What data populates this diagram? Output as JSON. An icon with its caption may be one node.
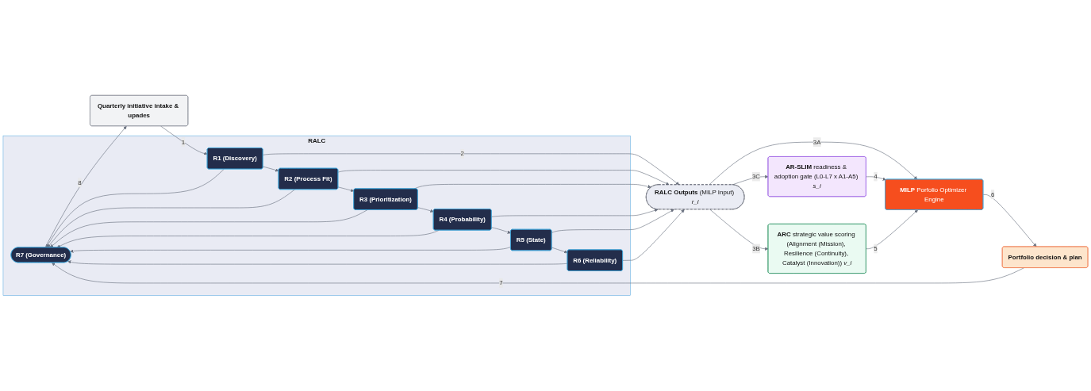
{
  "diagram": {
    "nodes": [
      {
        "text": [
          "RALC"
        ]
      },
      {
        "text": [
          "R7 (Governance)"
        ],
        "in": 0
      },
      {
        "text": [
          "R1 (Discovery)"
        ],
        "in": 0
      },
      {
        "text": [
          "R2 (Process Fit)"
        ],
        "in": 0
      },
      {
        "text": [
          "R3 (Prioritization)"
        ],
        "in": 0
      },
      {
        "text": [
          "R4 (Probability)"
        ],
        "in": 0
      },
      {
        "text": [
          "R5 (State)"
        ],
        "in": 0
      },
      {
        "text": [
          "R6 (Reliability)"
        ],
        "in": 0
      },
      {
        "text": [
          "Quarterly initiative intake & upades"
        ]
      },
      {
        "text": [
          "Portfolio decision & plan"
        ]
      },
      {
        "text": [
          "**AR-SLIM** readiness & adoption gate (L0-L7 x A1-A5) *s_i*"
        ]
      },
      {
        "text": [
          "**MILP** Porfolio Optimizer Engine"
        ]
      },
      {
        "text": [
          "**ARC** strategic value scoring (Alignment (Mission), Resilience (Continuity), Catalyst (Innovation)) *v_i*"
        ]
      },
      {
        "text": [
          "**RALC Outputs** (MILP Input) *r_i*"
        ]
      }
    ],
    "edges": [
      {
        "from": 8,
        "to": 2,
        "arrow": "to",
        "label": "1"
      },
      {
        "from": 2,
        "to": 3,
        "arrow": "to"
      },
      {
        "from": 3,
        "to": 4,
        "arrow": "to"
      },
      {
        "from": 4,
        "to": 5,
        "arrow": "to"
      },
      {
        "from": 5,
        "to": 6,
        "arrow": "to"
      },
      {
        "from": 6,
        "to": 7,
        "arrow": "to"
      },
      {
        "from": 2,
        "to": 1,
        "arrow": "to"
      },
      {
        "from": 3,
        "to": 1,
        "arrow": "to"
      },
      {
        "from": 4,
        "to": 1,
        "arrow": "to"
      },
      {
        "from": 5,
        "to": 1,
        "arrow": "to"
      },
      {
        "from": 6,
        "to": 1,
        "arrow": "to"
      },
      {
        "from": 7,
        "to": 1,
        "arrow": "to"
      },
      {
        "from": 2,
        "to": 13,
        "arrow": "to",
        "label": "2"
      },
      {
        "from": 3,
        "to": 13,
        "arrow": "to"
      },
      {
        "from": 4,
        "to": 13,
        "arrow": "to"
      },
      {
        "from": 5,
        "to": 13,
        "arrow": "to"
      },
      {
        "from": 6,
        "to": 13,
        "arrow": "to"
      },
      {
        "from": 7,
        "to": 13,
        "arrow": "to"
      },
      {
        "from": 13,
        "to": 11,
        "arrow": "to",
        "label": "3A"
      },
      {
        "from": 13,
        "to": 12,
        "arrow": "to",
        "label": "3B"
      },
      {
        "from": 13,
        "to": 10,
        "arrow": "to",
        "label": "3C"
      },
      {
        "from": 10,
        "to": 11,
        "arrow": "to",
        "label": "4"
      },
      {
        "from": 12,
        "to": 11,
        "arrow": "to",
        "label": "5"
      },
      {
        "from": 11,
        "to": 9,
        "arrow": "to",
        "label": "6"
      },
      {
        "from": 9,
        "to": 1,
        "arrow": "to",
        "label": "7"
      },
      {
        "from": 1,
        "to": 8,
        "arrow": "to",
        "label": "8"
      }
    ]
  }
}
